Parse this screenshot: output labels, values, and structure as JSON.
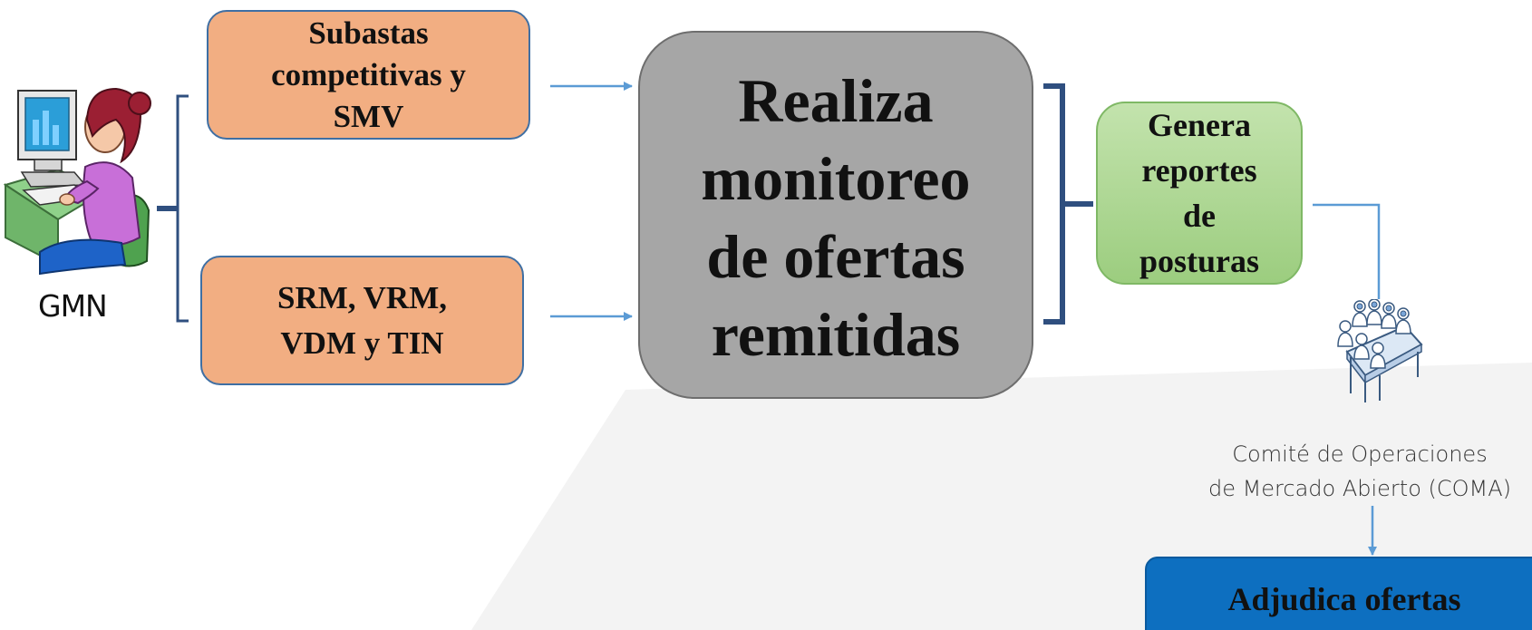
{
  "diagram": {
    "actor": {
      "label": "GMN",
      "icon": "woman-at-computer-icon"
    },
    "inputs": [
      {
        "lines": [
          "Subastas",
          "competitivas y",
          "SMV"
        ]
      },
      {
        "lines": [
          "SRM, VRM,",
          "VDM y TIN"
        ]
      }
    ],
    "process": {
      "lines": [
        "Realiza",
        "monitoreo",
        "de ofertas",
        "remitidas"
      ]
    },
    "output": {
      "lines": [
        "Genera",
        "reportes",
        "de",
        "posturas"
      ]
    },
    "committee": {
      "icon": "meeting-group-icon",
      "lines": [
        "Comité de Operaciones",
        "de Mercado Abierto (COMA)"
      ]
    },
    "final": {
      "label": "Adjudica ofertas"
    }
  },
  "colors": {
    "input_fill": "#f2ae82",
    "process_fill": "#a6a6a6",
    "output_fill": "#a9d590",
    "final_fill": "#0d6fc0",
    "connector": "#5b9bd5",
    "bracket": "#2f4f7f"
  }
}
